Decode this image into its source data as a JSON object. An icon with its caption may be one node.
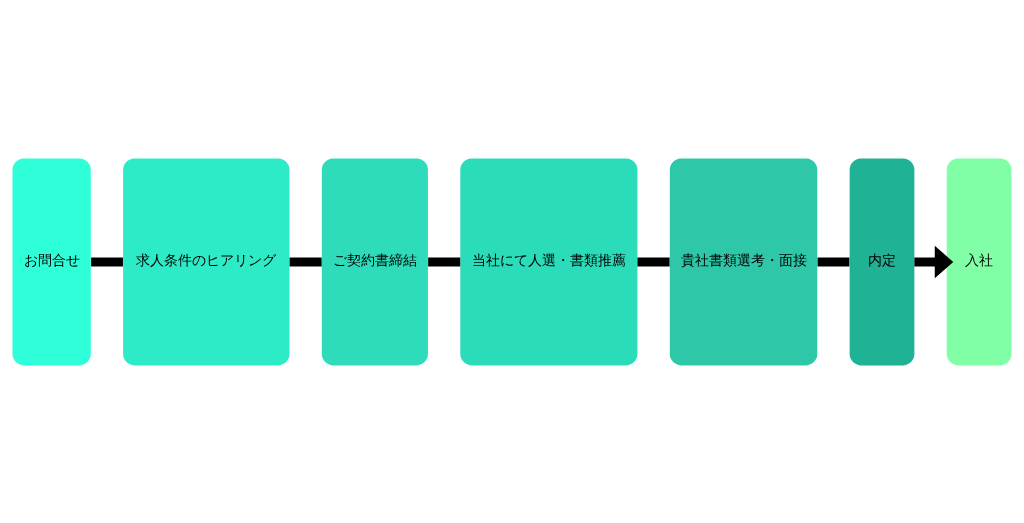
{
  "diagram": {
    "nodes": [
      {
        "text": [
          "お問合せ"
        ]
      },
      {
        "text": [
          "求人条件のヒアリング"
        ]
      },
      {
        "text": [
          "ご契約書締結"
        ]
      },
      {
        "text": [
          "当社にて人選・書類推薦"
        ]
      },
      {
        "text": [
          "貴社書類選考・面接"
        ]
      },
      {
        "text": [
          "内定"
        ]
      },
      {
        "text": [
          "入社"
        ]
      }
    ],
    "edges": [
      {
        "from": 0,
        "to": 1,
        "arrow": "none"
      },
      {
        "from": 1,
        "to": 2,
        "arrow": "none"
      },
      {
        "from": 2,
        "to": 3,
        "arrow": "none"
      },
      {
        "from": 3,
        "to": 4,
        "arrow": "none"
      },
      {
        "from": 4,
        "to": 5,
        "arrow": "none"
      },
      {
        "from": 5,
        "to": 6,
        "arrow": "to"
      }
    ]
  }
}
